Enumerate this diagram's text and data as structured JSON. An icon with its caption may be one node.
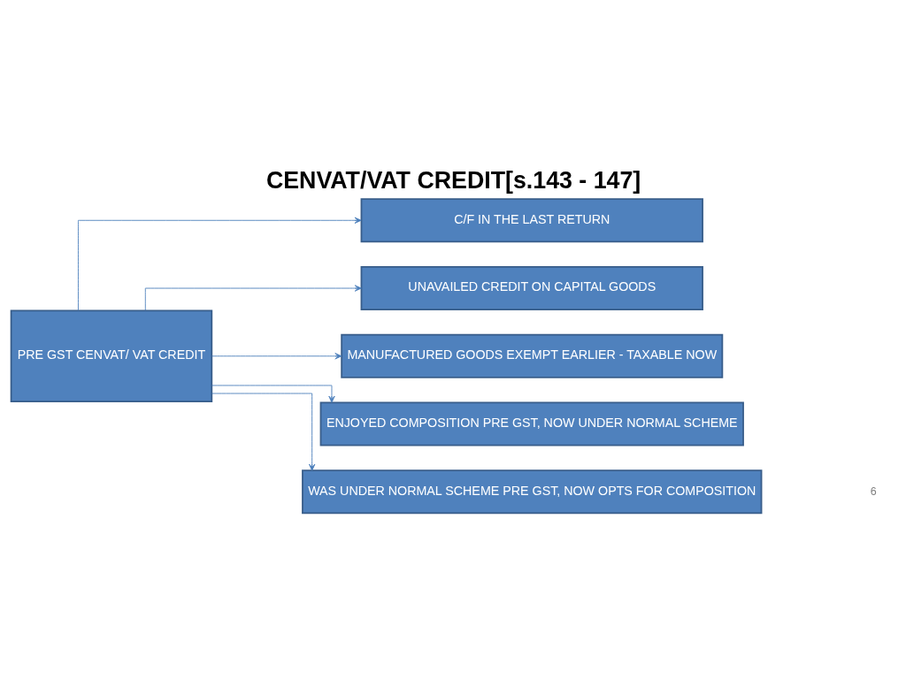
{
  "diagram": {
    "title": "CENVAT/VAT CREDIT[s.143 - 147]",
    "nodes": [
      {
        "text": [
          "PRE GST CENVAT/ VAT CREDIT"
        ]
      },
      {
        "text": [
          "C/F IN THE LAST RETURN"
        ]
      },
      {
        "text": [
          "UNAVAILED CREDIT ON CAPITAL GOODS"
        ]
      },
      {
        "text": [
          "MANUFACTURED GOODS EXEMPT EARLIER - TAXABLE NOW"
        ]
      },
      {
        "text": [
          "ENJOYED COMPOSITION PRE GST, NOW UNDER NORMAL SCHEME"
        ]
      },
      {
        "text": [
          "WAS UNDER NORMAL SCHEME PRE GST, NOW OPTS FOR COMPOSITION"
        ]
      }
    ],
    "edges": [
      {
        "from": 0,
        "to": 1,
        "arrow": "to"
      },
      {
        "from": 0,
        "to": 2,
        "arrow": "to"
      },
      {
        "from": 0,
        "to": 3,
        "arrow": "to"
      },
      {
        "from": 0,
        "to": 4,
        "arrow": "to"
      },
      {
        "from": 0,
        "to": 5,
        "arrow": "to"
      }
    ],
    "labels": [
      "6"
    ]
  }
}
